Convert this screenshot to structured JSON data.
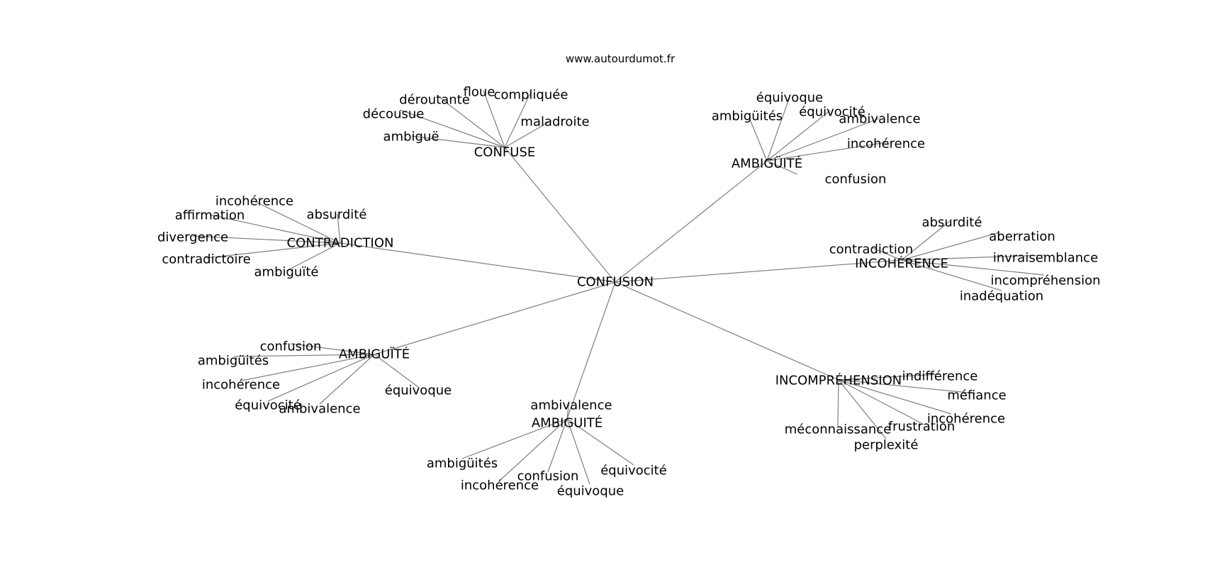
{
  "site_url": "www.autourdumot.fr",
  "graph": {
    "root": "CONFUSION",
    "clusters": [
      {
        "hub": "CONFUSE",
        "leaves": [
          "floue",
          "compliquée",
          "déroutante",
          "décousue",
          "maladroite",
          "ambiguë"
        ]
      },
      {
        "hub": "AMBIGÜITÉ",
        "leaves": [
          "équivoque",
          "ambigüités",
          "équivocité",
          "ambivalence",
          "incohérence",
          "confusion"
        ]
      },
      {
        "hub": "CONTRADICTION",
        "leaves": [
          "incohérence",
          "affirmation",
          "absurdité",
          "divergence",
          "contradictoire",
          "ambiguïté"
        ]
      },
      {
        "hub": "INCOHÉRENCE",
        "leaves": [
          "absurdité",
          "aberration",
          "contradiction",
          "invraisemblance",
          "incompréhension",
          "inadéquation"
        ]
      },
      {
        "hub": "AMBIGUÏTÉ",
        "leaves": [
          "confusion",
          "ambigüités",
          "incohérence",
          "équivocité",
          "ambivalence",
          "équivoque"
        ]
      },
      {
        "hub": "AMBIGUITÉ",
        "leaves": [
          "ambivalence",
          "ambigüités",
          "confusion",
          "incohérence",
          "équivocité",
          "équivoque"
        ]
      },
      {
        "hub": "INCOMPRÉHENSION",
        "leaves": [
          "indifférence",
          "méfiance",
          "incohérence",
          "frustration",
          "méconnaissance",
          "perplexité"
        ]
      }
    ]
  }
}
